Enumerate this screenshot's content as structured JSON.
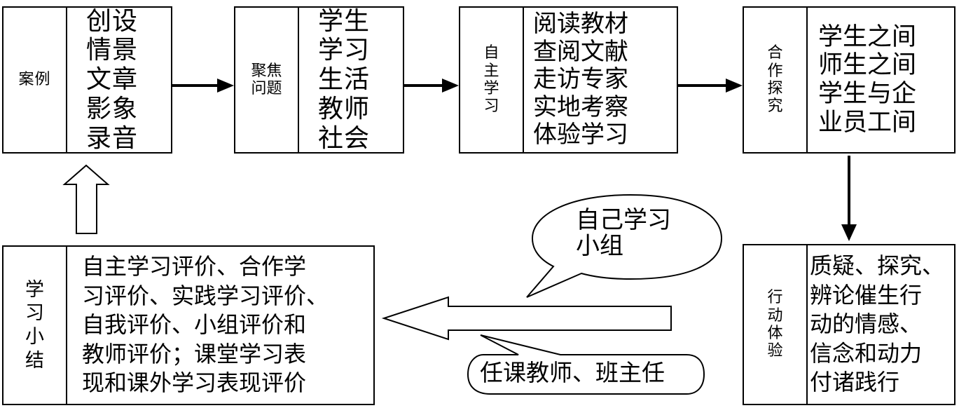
{
  "boxes": {
    "case": {
      "label": "案例",
      "content": "创设\n情景\n文章\n影象\n录音"
    },
    "focus": {
      "label": "聚焦问题",
      "content": "学生\n学习\n生活\n教师\n社会"
    },
    "self_study": {
      "label": "自主学习",
      "content": "阅读教材\n查阅文献\n走访专家\n实地考察\n体验学习"
    },
    "cooperate": {
      "label": "合作探究",
      "content": "学生之间\n师生之间\n学生与企\n业员工间"
    },
    "action": {
      "label": "行动体验",
      "content": "质疑、探究、\n辨论催生行\n动的情感、\n信念和动力\n付诸践行"
    },
    "summary": {
      "label": "学习小结",
      "content": "自主学习评价、合作学\n习评价、实践学习评价、\n自我评价、小组评价和\n教师评价；课堂学习表\n现和课外学习表现评价"
    }
  },
  "callouts": {
    "self_group": "自己学习\n小组",
    "teachers": "任课教师、班主任"
  }
}
